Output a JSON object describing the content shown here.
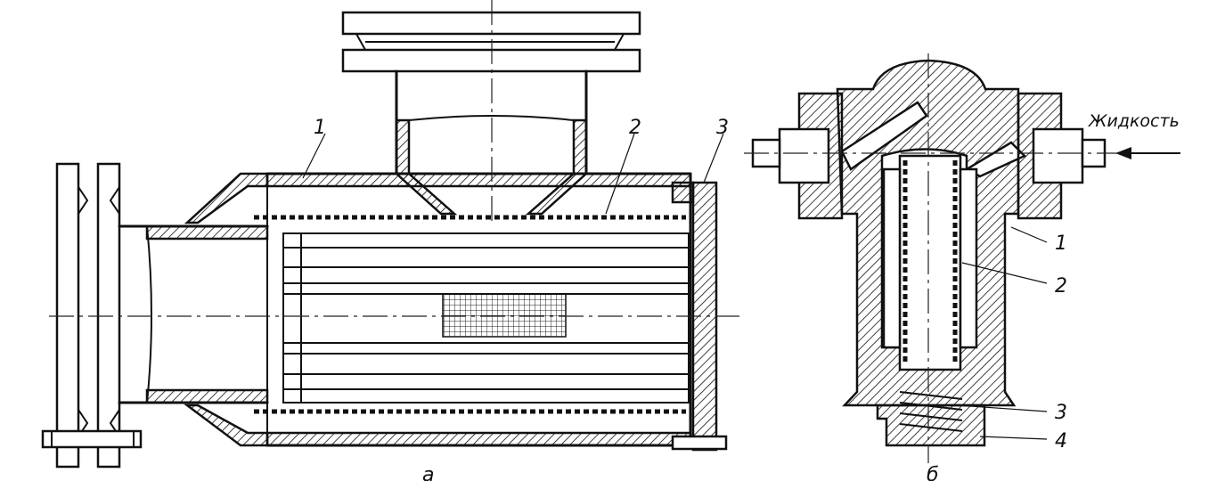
{
  "figure_a": {
    "callouts": [
      "1",
      "2",
      "3"
    ],
    "caption": "а"
  },
  "figure_b": {
    "callouts": [
      "1",
      "2",
      "3",
      "4"
    ],
    "inlet_label": "Жидкость",
    "caption": "б"
  }
}
